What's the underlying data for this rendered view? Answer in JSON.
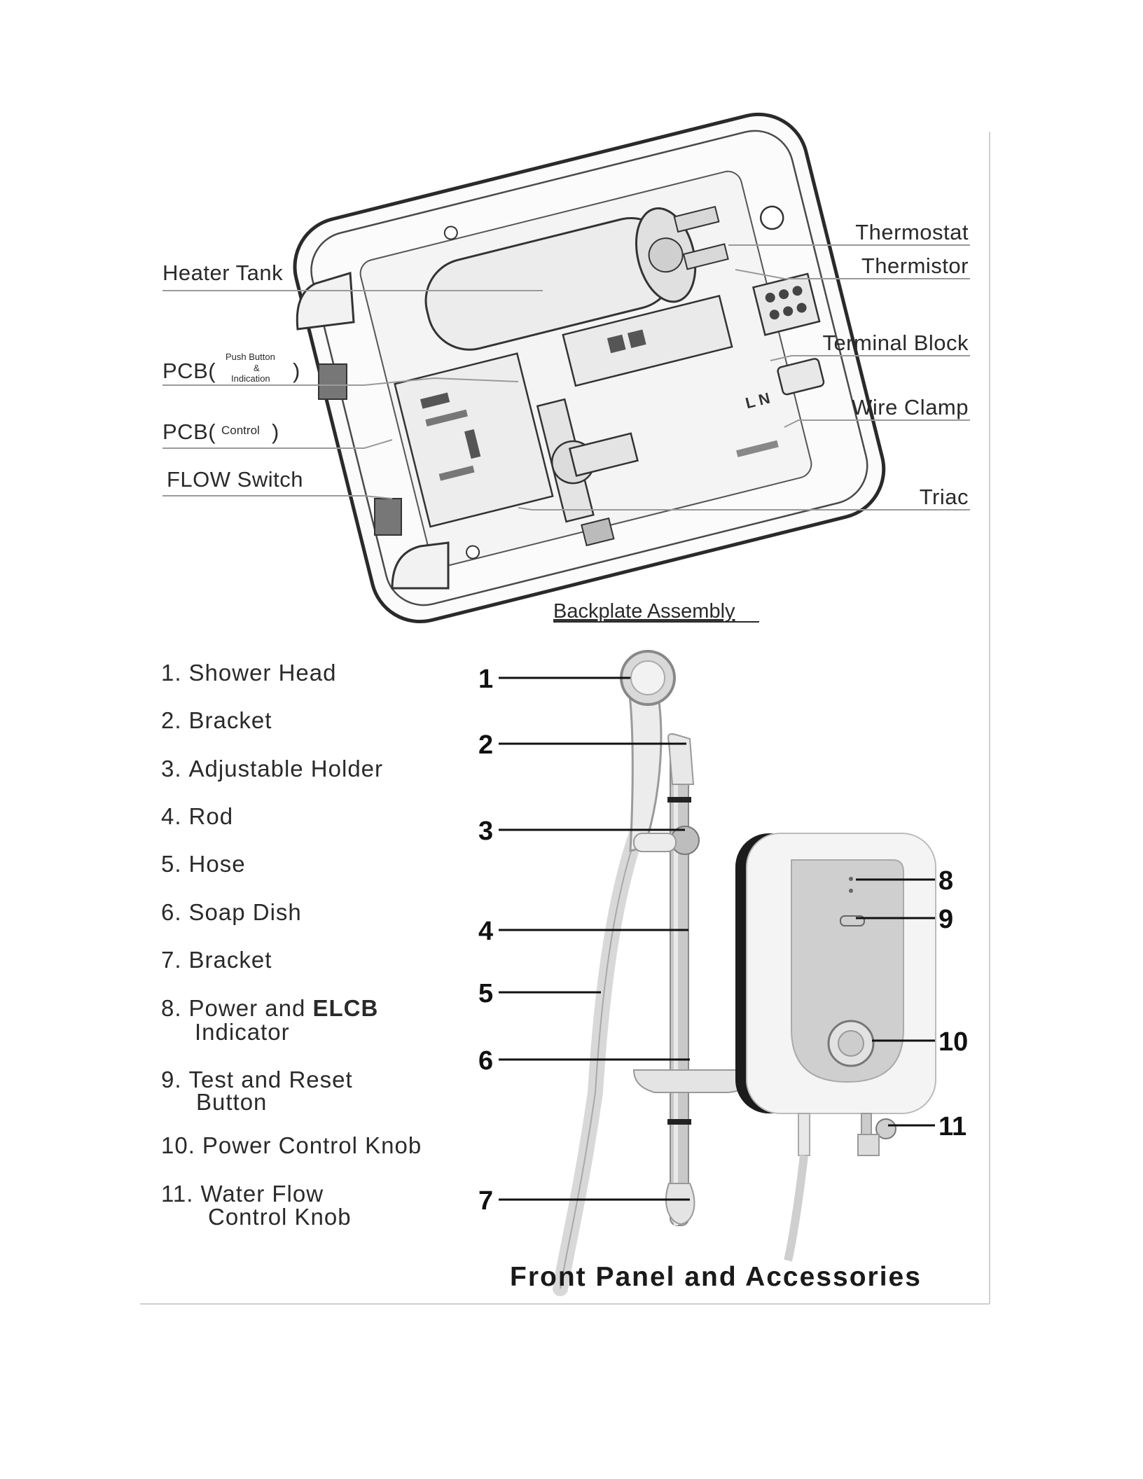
{
  "backplate": {
    "caption": "Backplate Assembly",
    "labels": {
      "heater_tank": "Heater Tank",
      "pcb1_prefix": "PCB(",
      "pcb1_sub_line1": "Push Button",
      "pcb1_sub_line2": "&",
      "pcb1_sub_line3": "Indication",
      "pcb1_suffix": ")",
      "pcb2_prefix": "PCB(",
      "pcb2_sub": "Control",
      "pcb2_suffix": ")",
      "flow_switch": "FLOW Switch",
      "thermostat": "Thermostat",
      "thermistor": "Thermistor",
      "terminal_block": "Terminal Block",
      "wire_clamp": "Wire Clamp",
      "triac": "Triac"
    },
    "terminal_letters": "L N"
  },
  "front": {
    "caption": "Front Panel and Accessories",
    "parts": [
      {
        "n": "1.",
        "text": "Shower Head"
      },
      {
        "n": "2.",
        "text": "Bracket"
      },
      {
        "n": "3.",
        "text": "Adjustable Holder"
      },
      {
        "n": "4.",
        "text": "Rod"
      },
      {
        "n": "5.",
        "text": "Hose"
      },
      {
        "n": "6.",
        "text": "Soap Dish"
      },
      {
        "n": "7.",
        "text": "Bracket"
      },
      {
        "n": "8.",
        "text": "Power and ",
        "bold": "ELCB",
        "line2": "Indicator"
      },
      {
        "n": "9.",
        "text": "Test and Reset",
        "line2": "Button"
      },
      {
        "n": "10.",
        "text": "Power Control Knob"
      },
      {
        "n": "11.",
        "text": "Water Flow",
        "line2": "Control Knob"
      }
    ],
    "callouts": [
      "1",
      "2",
      "3",
      "4",
      "5",
      "6",
      "7",
      "8",
      "9",
      "10",
      "11"
    ]
  }
}
